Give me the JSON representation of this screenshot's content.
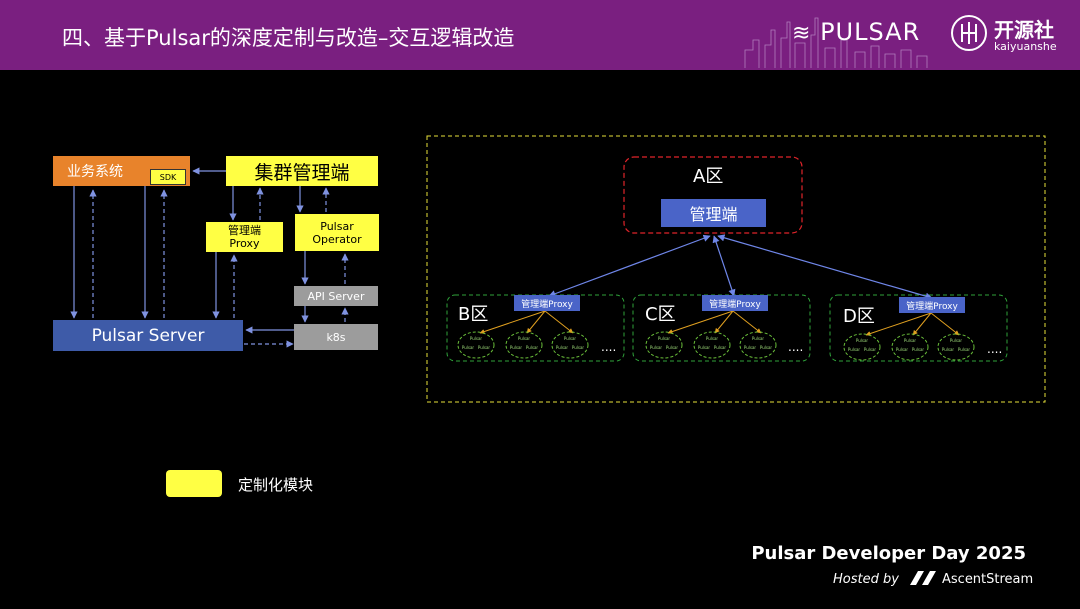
{
  "header": {
    "title": "四、基于Pulsar的深度定制与改造–交互逻辑改造",
    "pulsar_logo": "PULSAR",
    "kaiyuanshe_cn": "开源社",
    "kaiyuanshe_en": "kaiyuanshe"
  },
  "left_diagram": {
    "business_system": "业务系统",
    "sdk": "SDK",
    "cluster_manager": "集群管理端",
    "manager_proxy": "管理端\nProxy",
    "pulsar_operator": "Pulsar\nOperator",
    "api_server": "API Server",
    "pulsar_server": "Pulsar Server",
    "k8s": "k8s"
  },
  "right_diagram": {
    "zone_a": "A区",
    "manager": "管理端",
    "zones": [
      {
        "label": "B区",
        "proxy": "管理端Proxy"
      },
      {
        "label": "C区",
        "proxy": "管理端Proxy"
      },
      {
        "label": "D区",
        "proxy": "管理端Proxy"
      }
    ],
    "node_label": "Pulsar",
    "ellipsis": "....",
    "colors": {
      "zone_a_border": "#e0242a",
      "zone_border": "#2fa23a",
      "outer_border": "#e6e03a",
      "proxy_arrow": "#e0a020",
      "link": "#5f74d6"
    }
  },
  "legend": {
    "label": "定制化模块",
    "color": "#ffff44"
  },
  "footer": {
    "title": "Pulsar Developer Day 2025",
    "hosted_by": "Hosted by",
    "brand": "AscentStream"
  }
}
